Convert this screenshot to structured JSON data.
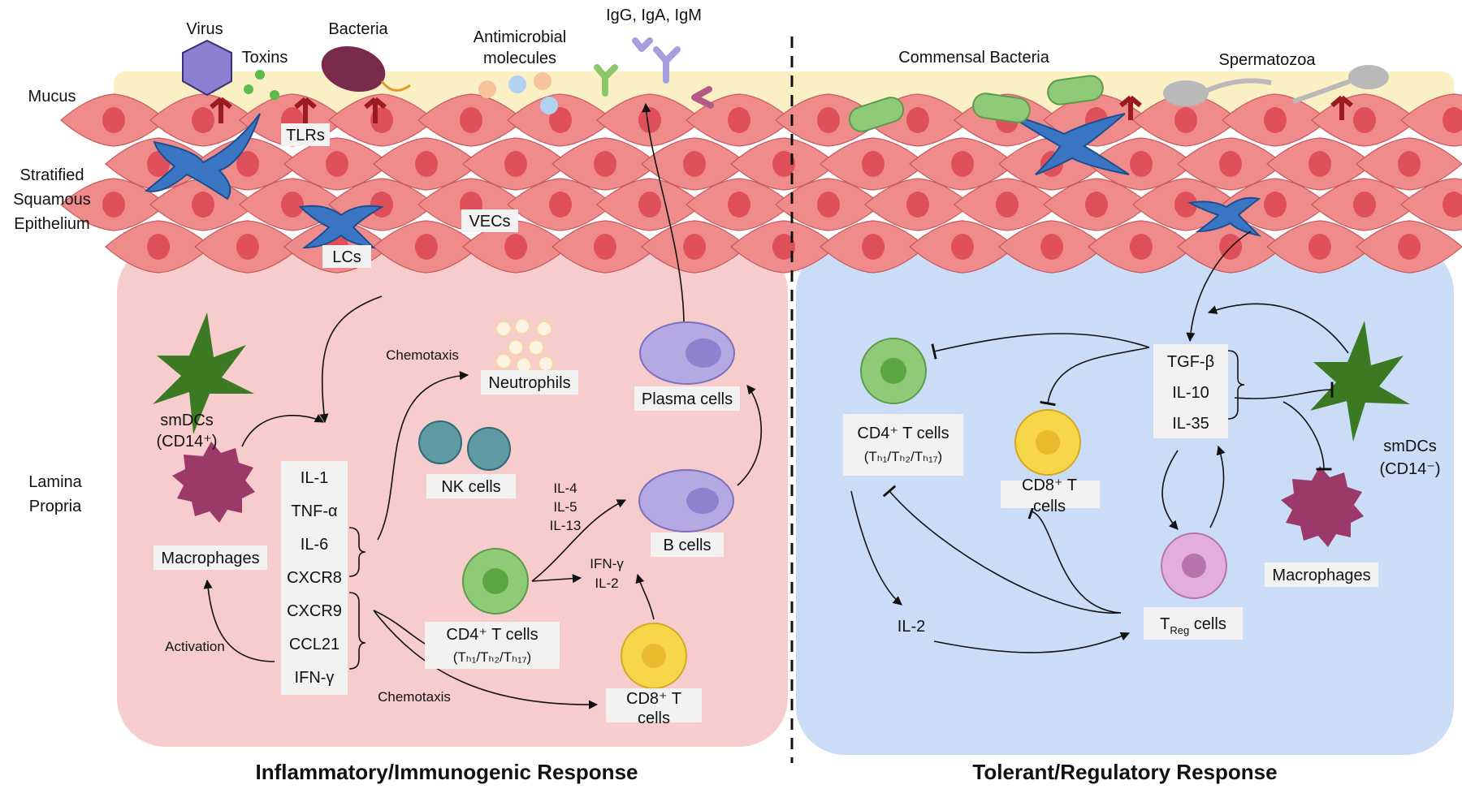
{
  "left_labels": {
    "mucus": "Mucus",
    "epithelium": [
      "Stratified",
      "Squamous",
      "Epithelium"
    ],
    "lamina": [
      "Lamina",
      "Propria"
    ]
  },
  "top_left": {
    "virus": "Virus",
    "toxins": "Toxins",
    "bacteria": "Bacteria",
    "antimicrobial": [
      "Antimicrobial",
      "molecules"
    ],
    "antibodies": "IgG, IgA, IgM",
    "tlrs": "TLRs",
    "vecs": "VECs",
    "lcs": "LCs"
  },
  "top_right": {
    "commensal": "Commensal Bacteria",
    "spermatozoa": "Spermatozoa"
  },
  "inflammatory": {
    "smdcs": [
      "smDCs",
      "(CD14⁺)"
    ],
    "macrophages": "Macrophages",
    "activation": "Activation",
    "cytokines": [
      "IL-1",
      "TNF-α",
      "IL-6",
      "CXCR8",
      "CXCR9",
      "CCL21",
      "IFN-γ"
    ],
    "chemotaxis_top": "Chemotaxis",
    "chemotaxis_bottom": "Chemotaxis",
    "neutrophils": "Neutrophils",
    "nk_cells": "NK cells",
    "plasma_cells": "Plasma cells",
    "b_cells": "B cells",
    "il_group": [
      "IL-4",
      "IL-5",
      "IL-13"
    ],
    "ifn_il2": [
      "IFN-γ",
      "IL-2"
    ],
    "cd4": "CD4⁺ T cells",
    "cd4_sub": "(Tₕ₁/Tₕ₂/Tₕ₁₇)",
    "cd8": [
      "CD8⁺ T",
      "cells"
    ]
  },
  "tolerant": {
    "cd4": "CD4⁺ T cells",
    "cd4_sub": "(Tₕ₁/Tₕ₂/Tₕ₁₇)",
    "cd8": [
      "CD8⁺ T",
      "cells"
    ],
    "cytokines": [
      "TGF-β",
      "IL-10",
      "IL-35"
    ],
    "smdcs": [
      "smDCs",
      "(CD14⁻)"
    ],
    "macrophages": "Macrophages",
    "il2": "IL-2",
    "treg": "T",
    "treg_sub": "Reg",
    "treg_tail": " cells"
  },
  "titles": {
    "left": "Inflammatory/Immunogenic Response",
    "right": "Tolerant/Regulatory Response"
  },
  "colors": {
    "mucus": "#fbefc4",
    "inflammatory_bg": "#f6cccd",
    "tolerant_bg": "#cbdcf7",
    "epithelial_cell": "#f08b8b",
    "nucleus": "#e0505a",
    "langerhans": "#3a75c4",
    "smdc": "#3b7a22",
    "macrophage": "#9b3a68",
    "cd4_cell": "#8fca78",
    "cd8_cell": "#f8d64a",
    "b_cell": "#b4a9e3",
    "nk_cell": "#5f9aa3",
    "treg_cell": "#e4aedc",
    "tlr": "#9a1b22"
  }
}
